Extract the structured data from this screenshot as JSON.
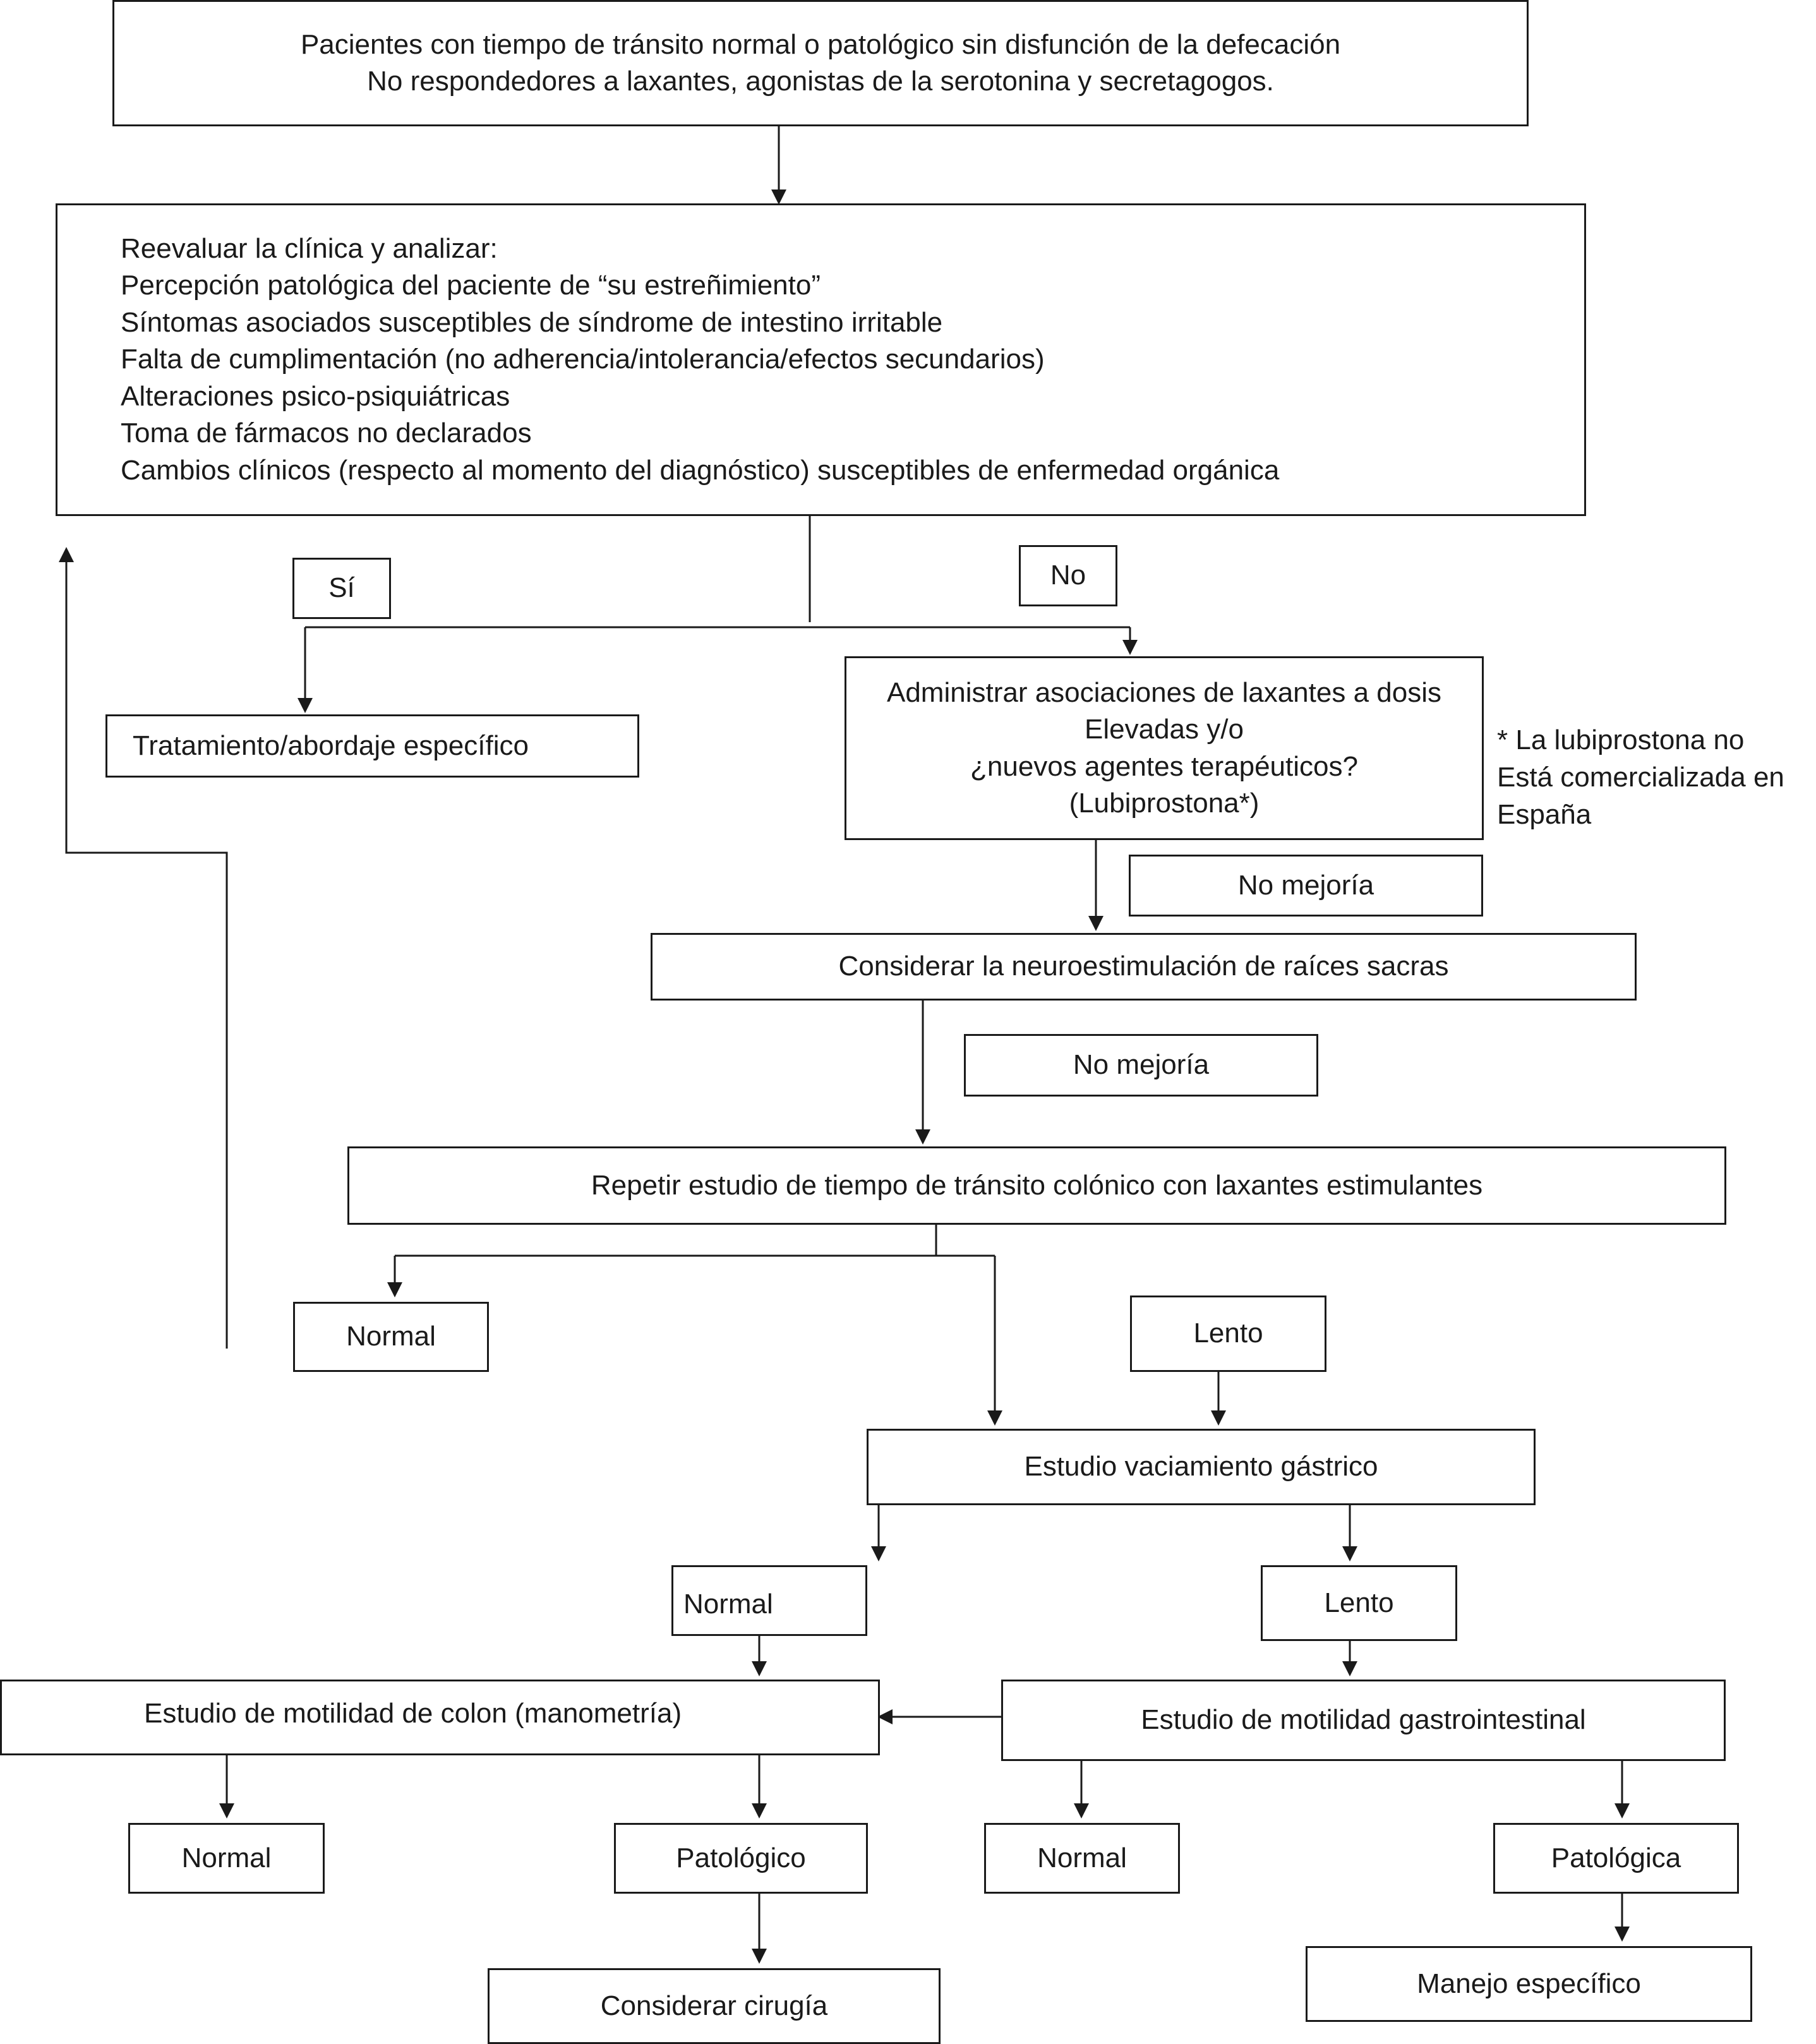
{
  "nodes": {
    "start": {
      "lines": [
        "Pacientes con tiempo de tránsito normal o patológico sin disfunción de la defecación",
        "No respondedores a laxantes, agonistas de la serotonina y secretagogos."
      ]
    },
    "reevaluate": {
      "lines": [
        "Reevaluar la clínica y analizar:",
        "Percepción patológica del paciente de “su estreñimiento”",
        "Síntomas asociados susceptibles de síndrome de intestino irritable",
        "Falta de cumplimentación (no adherencia/intolerancia/efectos secundarios)",
        "Alteraciones psico-psiquiátricas",
        "Toma de fármacos no declarados",
        "Cambios clínicos (respecto al momento del diagnóstico) susceptibles de enfermedad orgánica"
      ]
    },
    "si": {
      "label": "Sí"
    },
    "no": {
      "label": "No"
    },
    "specific_treatment": {
      "label": "Tratamiento/abordaje específico"
    },
    "laxatives": {
      "lines": [
        "Administrar asociaciones de laxantes a dosis",
        "Elevadas y/o",
        "¿nuevos agentes terapéuticos?",
        "(Lubiprostona*)"
      ]
    },
    "footnote": {
      "lines": [
        "* La lubiprostona no",
        "Está comercializada en",
        "España"
      ]
    },
    "no_improvement_1": {
      "label": "No mejoría"
    },
    "neurostim": {
      "label": "Considerar la neuroestimulación de raíces sacras"
    },
    "no_improvement_2": {
      "label": "No mejoría"
    },
    "repeat_transit": {
      "label": "Repetir estudio de tiempo de tránsito colónico con laxantes estimulantes"
    },
    "transit_normal": {
      "label": "Normal"
    },
    "transit_slow": {
      "label": "Lento"
    },
    "gastric_emptying": {
      "label": "Estudio vaciamiento gástrico"
    },
    "gastric_normal": {
      "label": "Normal"
    },
    "gastric_slow": {
      "label": "Lento"
    },
    "colon_motility": {
      "label": "Estudio de motilidad de colon (manometría)"
    },
    "gi_motility": {
      "label": "Estudio de motilidad gastrointestinal"
    },
    "colon_normal": {
      "label": "Normal"
    },
    "colon_pathologic": {
      "label": "Patológico"
    },
    "gi_normal": {
      "label": "Normal"
    },
    "gi_pathologic": {
      "label": "Patológica"
    },
    "surgery": {
      "label": "Considerar cirugía"
    },
    "specific_management": {
      "label": "Manejo específico"
    }
  },
  "colors": {
    "stroke": "#1a1a1a",
    "background": "#ffffff"
  }
}
